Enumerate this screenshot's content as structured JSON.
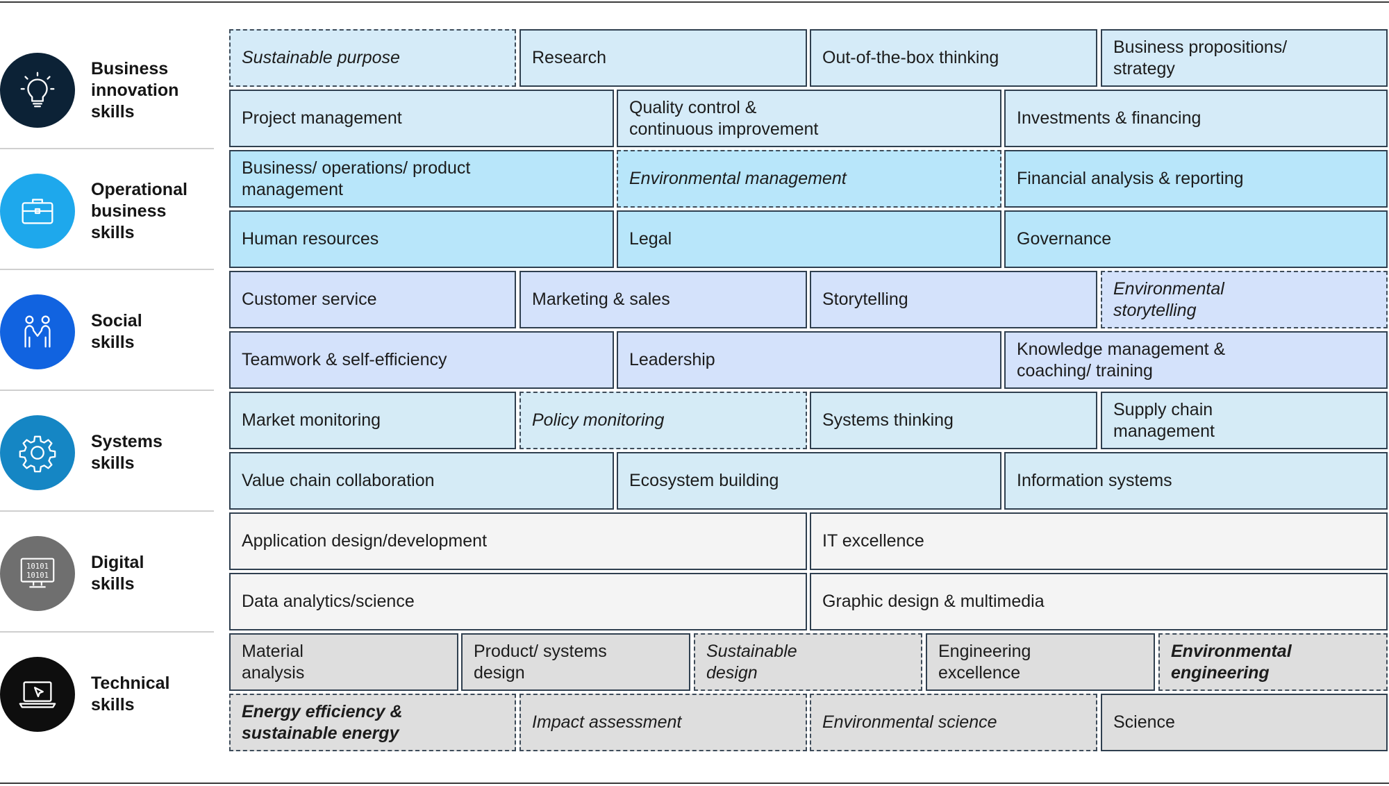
{
  "colors": {
    "innovation_fill": "#d5ebf8",
    "operational_fill": "#b8e6fa",
    "social_fill": "#d4e2fb",
    "systems_fill": "#d5ebf6",
    "digital_fill": "#f4f4f4",
    "technical_fill": "#dedede",
    "innovation_icon": "#0c2236",
    "operational_icon": "#1ea8ec",
    "social_icon": "#1163e0",
    "systems_icon": "#1586c4",
    "digital_icon": "#6f6f6f",
    "technical_icon": "#0e0e0e"
  },
  "categories": [
    {
      "label": "Business\ninnovation\nskills",
      "icon": "lightbulb-icon"
    },
    {
      "label": "Operational\nbusiness\nskills",
      "icon": "briefcase-icon"
    },
    {
      "label": "Social\nskills",
      "icon": "handshake-people-icon"
    },
    {
      "label": "Systems\nskills",
      "icon": "gear-icon"
    },
    {
      "label": "Digital\nskills",
      "icon": "binary-monitor-icon"
    },
    {
      "label": "Technical\nskills",
      "icon": "laptop-cursor-icon"
    }
  ],
  "rows": [
    {
      "group": "innovation",
      "cells": [
        {
          "text": "Sustainable purpose",
          "style": "italic-dashed"
        },
        {
          "text": "Research",
          "style": "normal"
        },
        {
          "text": "Out-of-the-box thinking",
          "style": "normal"
        },
        {
          "text": "Business propositions/\nstrategy",
          "style": "normal"
        }
      ]
    },
    {
      "group": "innovation",
      "cells": [
        {
          "text": "Project management",
          "style": "normal"
        },
        {
          "text": "Quality control &\ncontinuous improvement",
          "style": "normal"
        },
        {
          "text": "Investments & financing",
          "style": "normal"
        }
      ]
    },
    {
      "group": "operational",
      "cells": [
        {
          "text": "Business/ operations/ product\nmanagement",
          "style": "normal"
        },
        {
          "text": "Environmental management",
          "style": "italic-dashed"
        },
        {
          "text": "Financial analysis & reporting",
          "style": "normal"
        }
      ]
    },
    {
      "group": "operational",
      "cells": [
        {
          "text": "Human resources",
          "style": "normal"
        },
        {
          "text": "Legal",
          "style": "normal"
        },
        {
          "text": "Governance",
          "style": "normal"
        }
      ]
    },
    {
      "group": "social",
      "cells": [
        {
          "text": "Customer service",
          "style": "normal"
        },
        {
          "text": "Marketing & sales",
          "style": "normal"
        },
        {
          "text": "Storytelling",
          "style": "normal"
        },
        {
          "text": "Environmental\nstorytelling",
          "style": "italic-dashed"
        }
      ]
    },
    {
      "group": "social",
      "cells": [
        {
          "text": "Teamwork & self-efficiency",
          "style": "normal"
        },
        {
          "text": "Leadership",
          "style": "normal"
        },
        {
          "text": "Knowledge management &\ncoaching/ training",
          "style": "normal"
        }
      ]
    },
    {
      "group": "systems",
      "cells": [
        {
          "text": "Market monitoring",
          "style": "normal"
        },
        {
          "text": "Policy monitoring",
          "style": "italic-dashed"
        },
        {
          "text": "Systems thinking",
          "style": "normal"
        },
        {
          "text": "Supply chain\nmanagement",
          "style": "normal"
        }
      ]
    },
    {
      "group": "systems",
      "cells": [
        {
          "text": "Value chain collaboration",
          "style": "normal"
        },
        {
          "text": "Ecosystem building",
          "style": "normal"
        },
        {
          "text": "Information systems",
          "style": "normal"
        }
      ]
    },
    {
      "group": "digital",
      "cells": [
        {
          "text": "Application design/development",
          "style": "normal"
        },
        {
          "text": "IT excellence",
          "style": "normal"
        }
      ]
    },
    {
      "group": "digital",
      "cells": [
        {
          "text": "Data analytics/science",
          "style": "normal"
        },
        {
          "text": "Graphic design & multimedia",
          "style": "normal"
        }
      ]
    },
    {
      "group": "technical",
      "cells": [
        {
          "text": "Material\nanalysis",
          "style": "normal"
        },
        {
          "text": "Product/ systems\ndesign",
          "style": "normal"
        },
        {
          "text": "Sustainable\ndesign",
          "style": "italic-dashed"
        },
        {
          "text": "Engineering\nexcellence",
          "style": "normal"
        },
        {
          "text": "Environmental\nengineering",
          "style": "bold-italic-dashed"
        }
      ]
    },
    {
      "group": "technical",
      "cells": [
        {
          "text": "Energy efficiency &\nsustainable energy",
          "style": "bold-italic-dashed"
        },
        {
          "text": "Impact assessment",
          "style": "italic-dashed"
        },
        {
          "text": "Environmental science",
          "style": "italic-dashed"
        },
        {
          "text": "Science",
          "style": "normal"
        }
      ]
    }
  ]
}
